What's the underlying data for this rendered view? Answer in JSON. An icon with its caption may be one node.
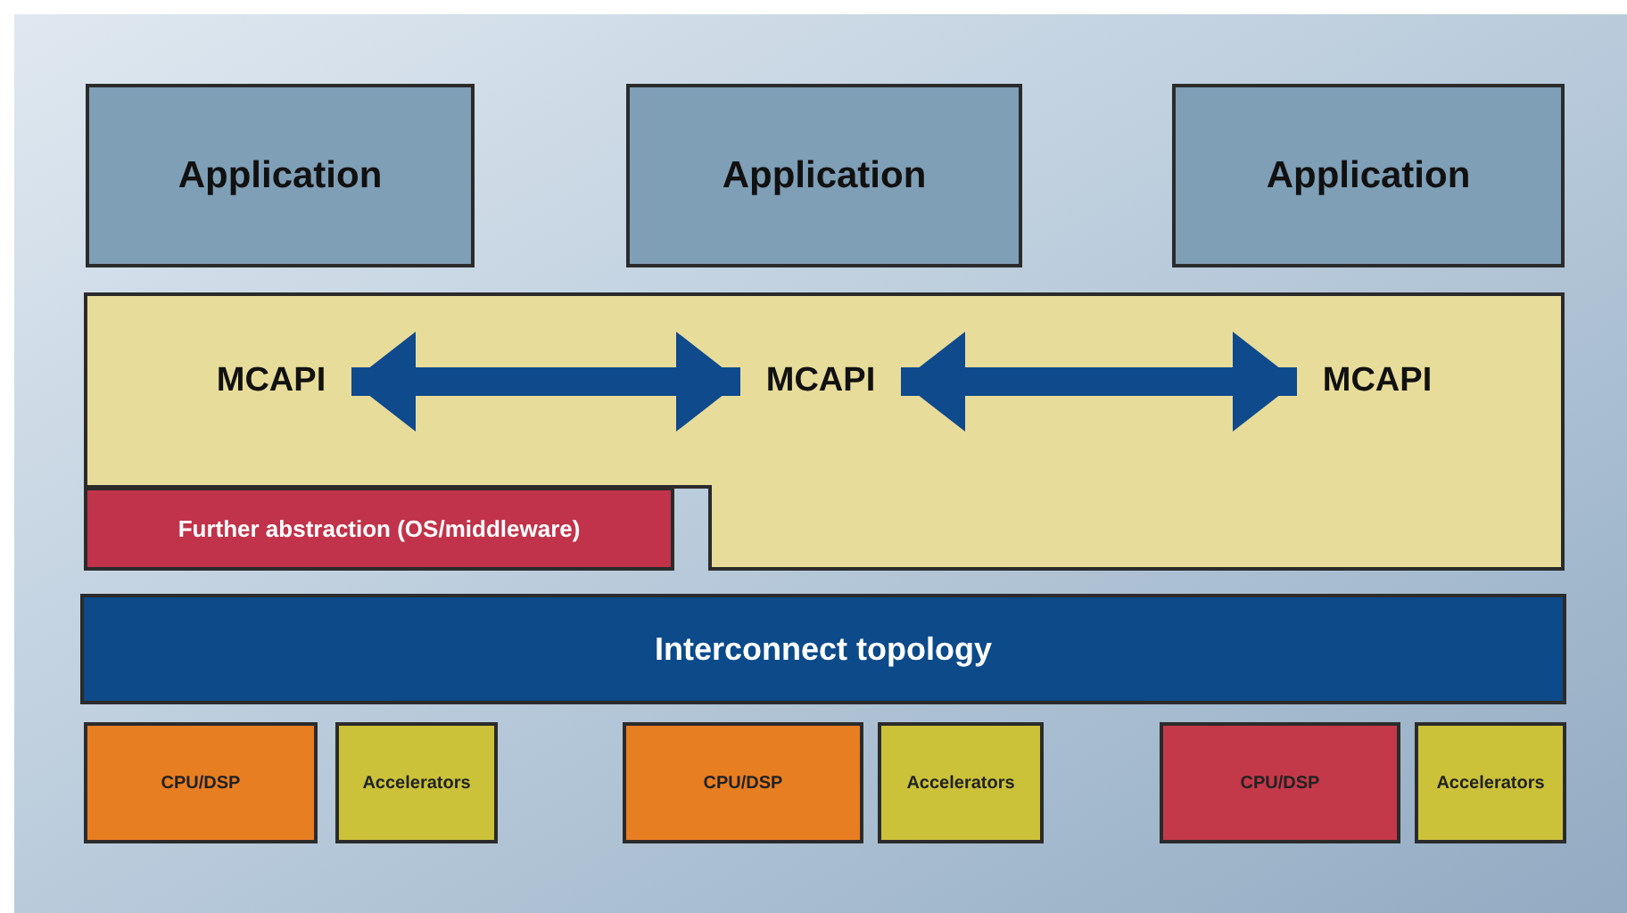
{
  "diagram": {
    "nodes": [
      {
        "text": [
          "Application"
        ]
      },
      {
        "text": [
          "Application"
        ]
      },
      {
        "text": [
          "Application"
        ]
      },
      {
        "text": [],
        "shape": "band"
      },
      {
        "text": [
          "MCAPI"
        ],
        "in": 3
      },
      {
        "text": [
          "MCAPI"
        ],
        "in": 3
      },
      {
        "text": [
          "MCAPI"
        ],
        "in": 3
      },
      {
        "text": [
          "Further abstraction (OS/middleware)"
        ]
      },
      {
        "text": [
          "Interconnect topology"
        ]
      },
      {
        "text": [
          "CPU/DSP"
        ]
      },
      {
        "text": [
          "Accelerators"
        ]
      },
      {
        "text": [
          "CPU/DSP"
        ]
      },
      {
        "text": [
          "Accelerators"
        ]
      },
      {
        "text": [
          "CPU/DSP"
        ]
      },
      {
        "text": [
          "Accelerators"
        ]
      }
    ],
    "edges": [
      {
        "from": 4,
        "to": 5,
        "arrow": "both"
      },
      {
        "from": 5,
        "to": 6,
        "arrow": "both"
      }
    ]
  }
}
